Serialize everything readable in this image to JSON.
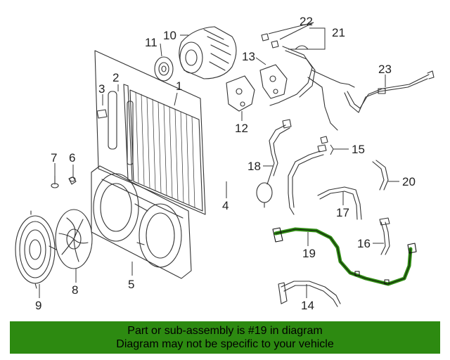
{
  "banner": {
    "line1": "Part or sub-assembly is #19 in diagram",
    "line2": "Diagram may not be specific to your vehicle"
  },
  "callouts": {
    "n1": "1",
    "n2": "2",
    "n3": "3",
    "n4": "4",
    "n5": "5",
    "n6": "6",
    "n7": "7",
    "n8": "8",
    "n9": "9",
    "n10": "10",
    "n11": "11",
    "n12": "12",
    "n13": "13",
    "n14": "14",
    "n15": "15",
    "n16": "16",
    "n17": "17",
    "n18": "18",
    "n19": "19",
    "n20": "20",
    "n21": "21",
    "n22": "22",
    "n23": "23"
  },
  "colors": {
    "banner_bg": "#2d8a11",
    "highlight": "#2d8a11",
    "line": "#333333"
  }
}
